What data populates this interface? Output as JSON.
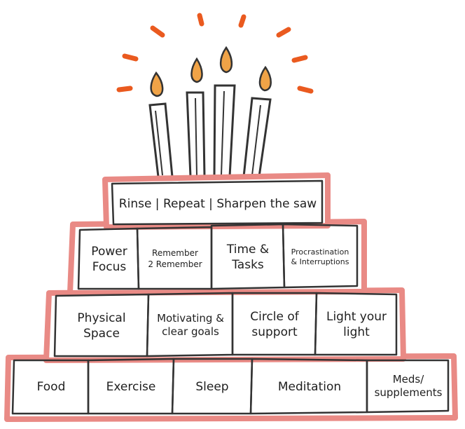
{
  "cake": {
    "colors": {
      "frosting": "#e98a85",
      "outline": "#333333",
      "flame": "#f0a347",
      "spark": "#ea5a1f",
      "candle": "#ffffff"
    },
    "candles": [
      "candle",
      "candle",
      "candle",
      "candle"
    ],
    "tiers": [
      {
        "name": "top",
        "blocks": [
          {
            "label": "Rinse | Repeat | Sharpen the saw"
          }
        ]
      },
      {
        "name": "upper",
        "blocks": [
          {
            "label": "Power\nFocus"
          },
          {
            "label": "Remember\n2 Remember"
          },
          {
            "label": "Time &\nTasks"
          },
          {
            "label": "Procrastination\n& Interruptions"
          }
        ]
      },
      {
        "name": "middle",
        "blocks": [
          {
            "label": "Physical\nSpace"
          },
          {
            "label": "Motivating &\nclear goals"
          },
          {
            "label": "Circle of\nsupport"
          },
          {
            "label": "Light your\nlight"
          }
        ]
      },
      {
        "name": "bottom",
        "blocks": [
          {
            "label": "Food"
          },
          {
            "label": "Exercise"
          },
          {
            "label": "Sleep"
          },
          {
            "label": "Meditation"
          },
          {
            "label": "Meds/\nsupplements"
          }
        ]
      }
    ]
  }
}
